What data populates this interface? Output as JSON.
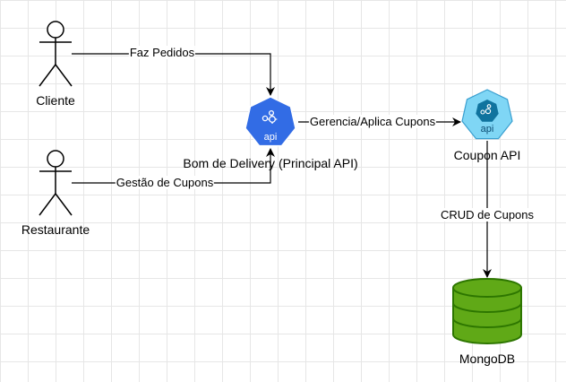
{
  "nodes": {
    "cliente": {
      "label": "Cliente",
      "icon": "actor-icon"
    },
    "restaurante": {
      "label": "Restaurante",
      "icon": "actor-icon"
    },
    "principal_api": {
      "label": "Bom de Delivery (Principal API)",
      "icon": "kubernetes-api-icon",
      "badge": "api",
      "color": "#326ce5"
    },
    "coupon_api": {
      "label": "Coupon API",
      "icon": "kubernetes-api-icon",
      "badge": "api",
      "color": "#7fd6f5"
    },
    "mongodb": {
      "label": "MongoDB",
      "icon": "database-cylinder-icon",
      "color": "#60a917"
    }
  },
  "edges": {
    "cliente_to_principal": {
      "label": "Faz Pedidos"
    },
    "restaurante_to_principal": {
      "label": "Gestão de Cupons"
    },
    "principal_to_coupon": {
      "label": "Gerencia/Aplica Cupons"
    },
    "coupon_to_mongodb": {
      "label": "CRUD de Cupons"
    }
  }
}
